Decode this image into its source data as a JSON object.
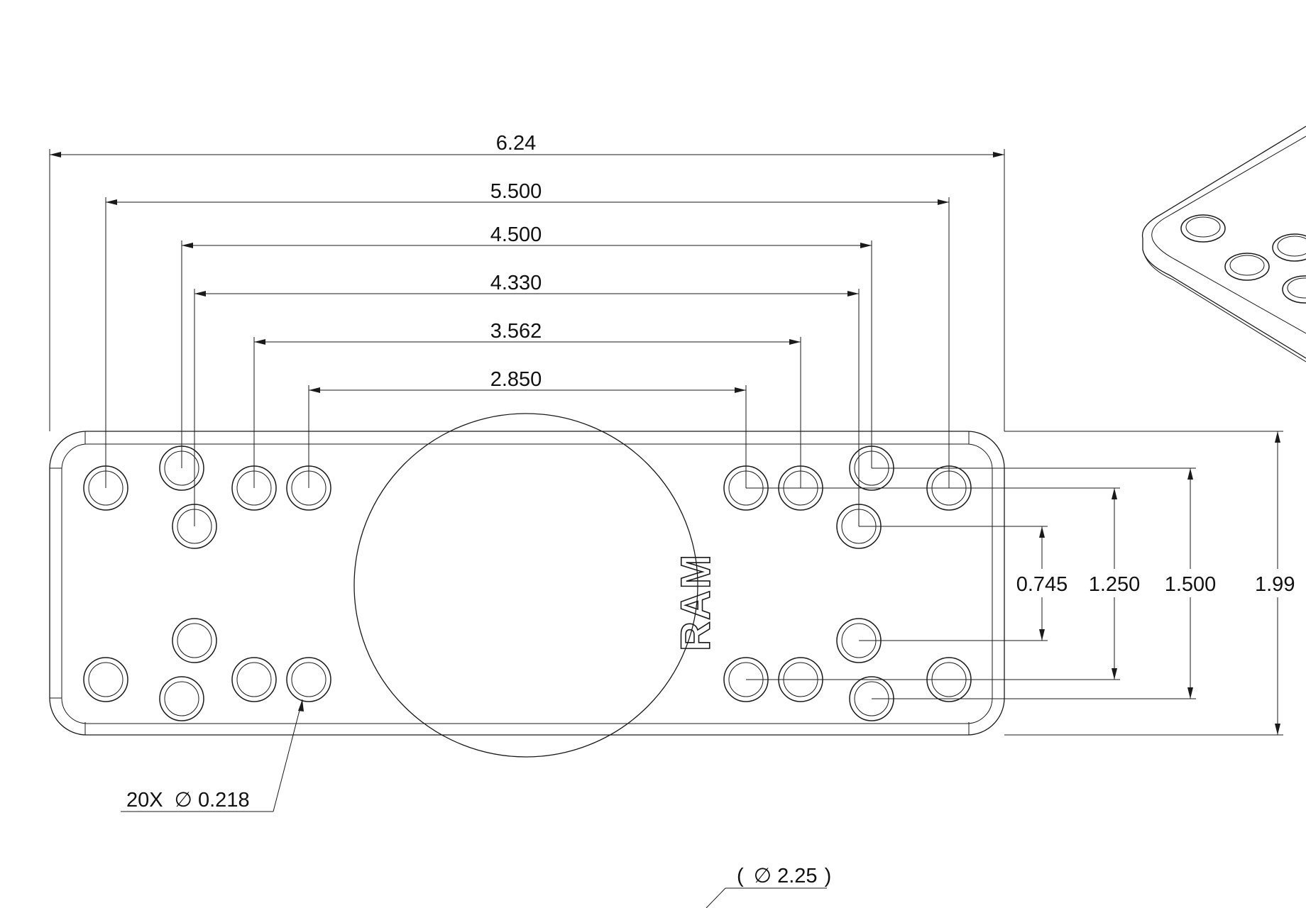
{
  "drawing": {
    "horizontal_dimensions": [
      {
        "id": "overall-width",
        "label": "6.24"
      },
      {
        "id": "outer-hole-span",
        "label": "5.500"
      },
      {
        "id": "offset-hole-span-a",
        "label": "4.500"
      },
      {
        "id": "offset-hole-span-b",
        "label": "4.330"
      },
      {
        "id": "middle-hole-span",
        "label": "3.562"
      },
      {
        "id": "inner-hole-span",
        "label": "2.850"
      }
    ],
    "vertical_dimensions": [
      {
        "id": "inner-vertical-span",
        "label": "0.745"
      },
      {
        "id": "mid-vertical-span",
        "label": "1.250"
      },
      {
        "id": "outer-vertical-span",
        "label": "1.500"
      },
      {
        "id": "overall-height",
        "label": "1.99"
      }
    ],
    "hole_callout": {
      "qty": "20X",
      "diameter_symbol": "∅",
      "value": "0.218"
    },
    "ball_callout": {
      "open": "(",
      "diameter_symbol": "∅",
      "value": "2.25",
      "close": ")"
    },
    "logo_text": "RAM"
  }
}
